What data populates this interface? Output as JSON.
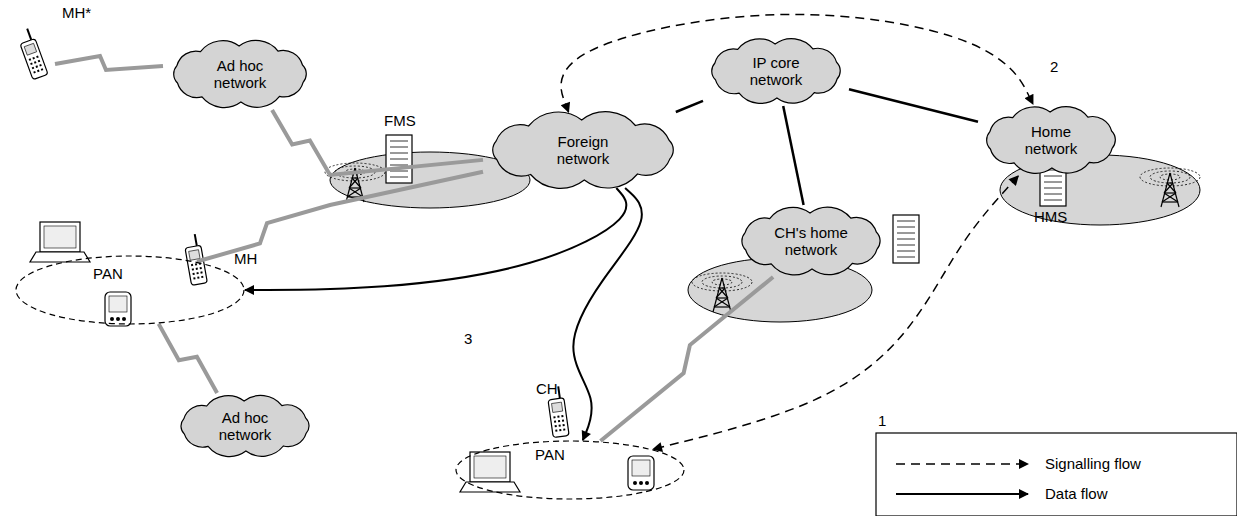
{
  "diagram": {
    "nodes": [
      {
        "text": [
          "Ad hoc network"
        ]
      },
      {
        "text": [
          "Foreign network"
        ]
      },
      {
        "text": [
          "IP core network"
        ]
      },
      {
        "text": [
          "Home network"
        ]
      },
      {
        "text": [
          "PAN"
        ]
      },
      {
        "text": [
          "CH's home network"
        ]
      },
      {
        "text": [
          "Ad hoc network"
        ]
      },
      {
        "text": [
          "PAN"
        ]
      }
    ],
    "edges": [
      {
        "from": 2,
        "to": 1,
        "arrow": "none"
      },
      {
        "from": 2,
        "to": 3,
        "arrow": "none"
      },
      {
        "from": 2,
        "to": 5,
        "arrow": "none"
      },
      {
        "from": 1,
        "to": 3,
        "arrow": "both",
        "label": "2"
      },
      {
        "from": 3,
        "to": 7,
        "arrow": "both",
        "label": "1"
      },
      {
        "from": 1,
        "to": 4,
        "arrow": "to",
        "label": "3"
      },
      {
        "from": 1,
        "to": 7,
        "arrow": "to"
      },
      {
        "from": 0,
        "to": 1,
        "arrow": "none"
      },
      {
        "from": 4,
        "to": 1,
        "arrow": "none"
      },
      {
        "from": 4,
        "to": 6,
        "arrow": "none"
      },
      {
        "from": 7,
        "to": 5,
        "arrow": "none"
      }
    ],
    "labels": [
      "MH*",
      "FMS",
      "MH",
      "HMS",
      "CH"
    ],
    "legend": [
      {
        "text": "Signalling flow"
      },
      {
        "text": "Data flow"
      }
    ]
  }
}
